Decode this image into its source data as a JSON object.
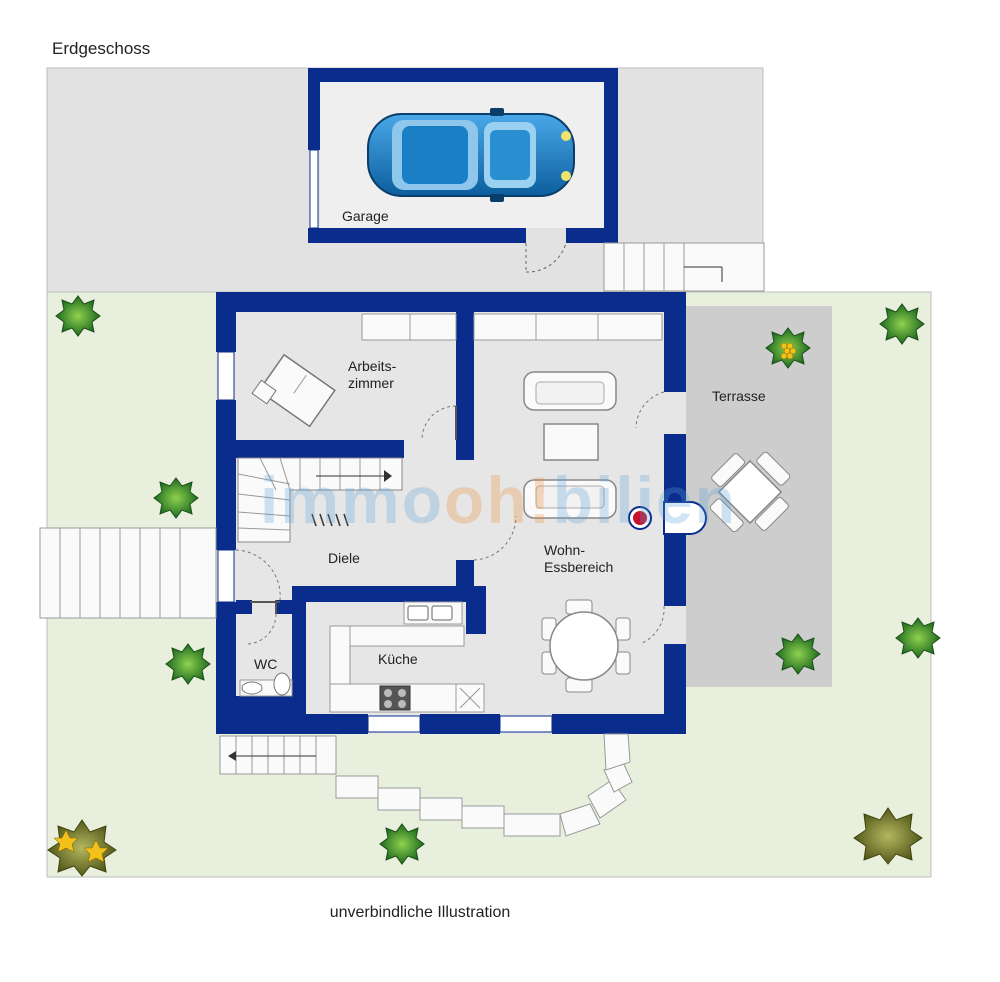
{
  "title": "Erdgeschoss",
  "caption": "unverbindliche Illustration",
  "watermark": {
    "part1": "immo",
    "part2": "oh!",
    "part3": "bilien"
  },
  "rooms": {
    "garage": "Garage",
    "arbeitszimmer": "Arbeits-\nzimmer",
    "terrasse": "Terrasse",
    "diele": "Diele",
    "wohn_essbereich": "Wohn-\nEssbereich",
    "wc": "WC",
    "kueche": "Küche"
  },
  "colors": {
    "wall": "#0a2c8c",
    "floor": "#e6e6e6",
    "garden": "#e7eedc",
    "terrace": "#cfcfcf",
    "driveway": "#e2e2e2",
    "car": "#1a7fc4",
    "plant": "#2f8a2f",
    "plant_yellow": "#f2c21a"
  }
}
